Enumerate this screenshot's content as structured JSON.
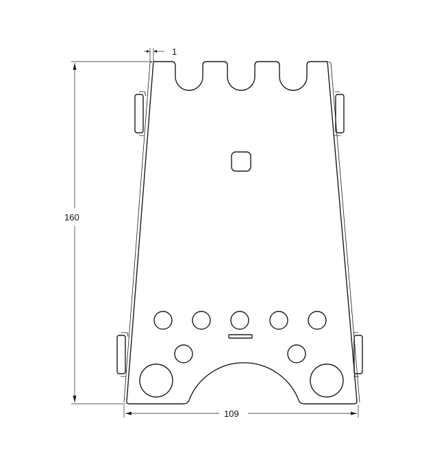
{
  "drawing": {
    "type": "technical-drawing",
    "subject": "stove-side-panel",
    "colors": {
      "line": "#1a1a1a",
      "background": "#ffffff"
    },
    "dimensions": {
      "height": "160",
      "width": "109",
      "thickness": "1"
    }
  }
}
